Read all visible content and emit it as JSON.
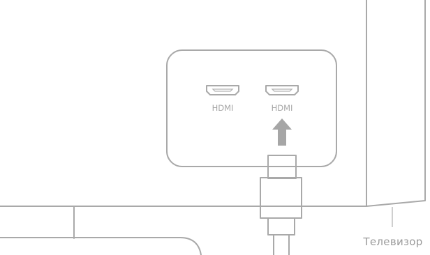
{
  "ports": [
    {
      "label": "HDMI"
    },
    {
      "label": "HDMI"
    }
  ],
  "tv_label": "Телевизор",
  "arrow_target_port_index": 1,
  "colors": {
    "outline": "#a9a9a9",
    "arrow": "#a6a6a6",
    "label": "#9a9a9a",
    "background": "#ffffff"
  },
  "icons": {
    "port": "hdmi-port-icon",
    "arrow": "up-arrow-icon"
  }
}
